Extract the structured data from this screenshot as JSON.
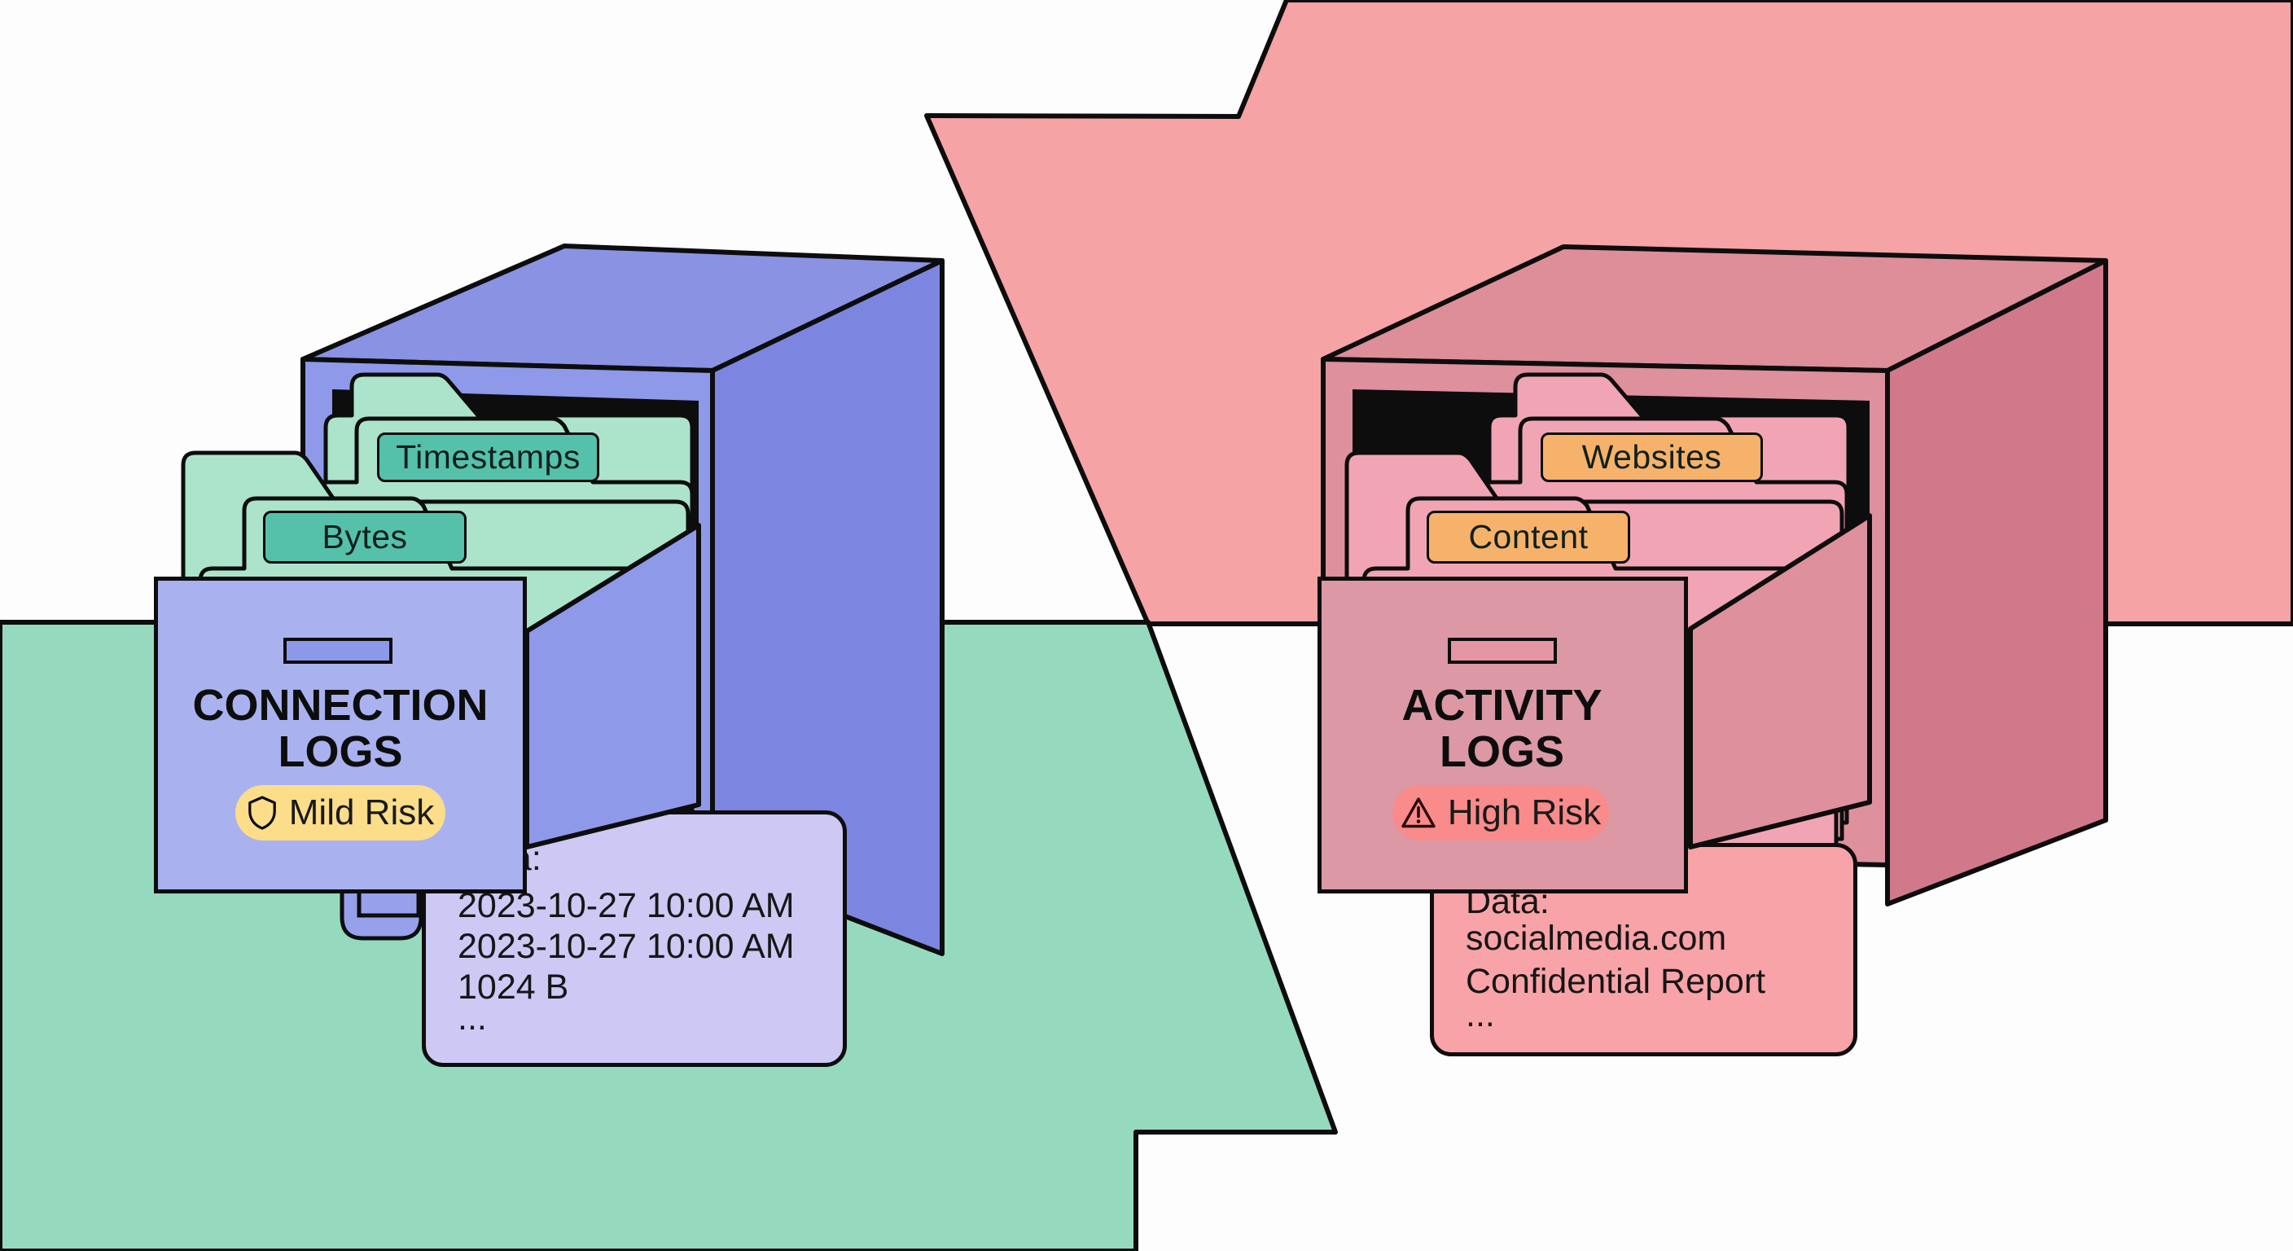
{
  "left": {
    "drawer_title": "CONNECTION LOGS",
    "risk_label": "Mild Risk",
    "risk_icon": "shield-icon",
    "folder_tabs": [
      "Timestamps",
      "Bytes"
    ],
    "card_lines": [
      "Data:",
      "2023-10-27 10:00 AM",
      "2023-10-27 10:00 AM",
      "1024 B",
      "..."
    ]
  },
  "right": {
    "drawer_title": "ACTIVITY LOGS",
    "risk_label": "High Risk",
    "risk_icon": "warning-triangle-icon",
    "folder_tabs": [
      "Websites",
      "Content"
    ],
    "card_lines": [
      "Data:",
      "socialmedia.com",
      "Confidential Report",
      "..."
    ]
  },
  "colors": {
    "background_white": "#fdfdfd",
    "background_pink": "#f5a3a5",
    "background_teal": "#95dabe",
    "outline_black": "#0d0d0d",
    "cabinet_blue_front": "#8f99ea",
    "cabinet_blue_top": "#8a92e4",
    "cabinet_blue_side": "#7c86e0",
    "drawer_front_blue": "#a9b2ef",
    "folder_green": "#abe4cb",
    "tab_chip_teal": "#55c1aa",
    "card_lavender": "#cdc9f4",
    "badge_yellow": "#fbdd8a",
    "cabinet_pink_front": "#de909c",
    "cabinet_pink_top": "#dd8e99",
    "cabinet_pink_side": "#d1798a",
    "drawer_front_pink": "#dc98a5",
    "folder_pink": "#f1a5b4",
    "tab_chip_orange": "#f6b26b",
    "card_salmon": "#f8a3a8",
    "badge_red": "#f98b8b"
  }
}
